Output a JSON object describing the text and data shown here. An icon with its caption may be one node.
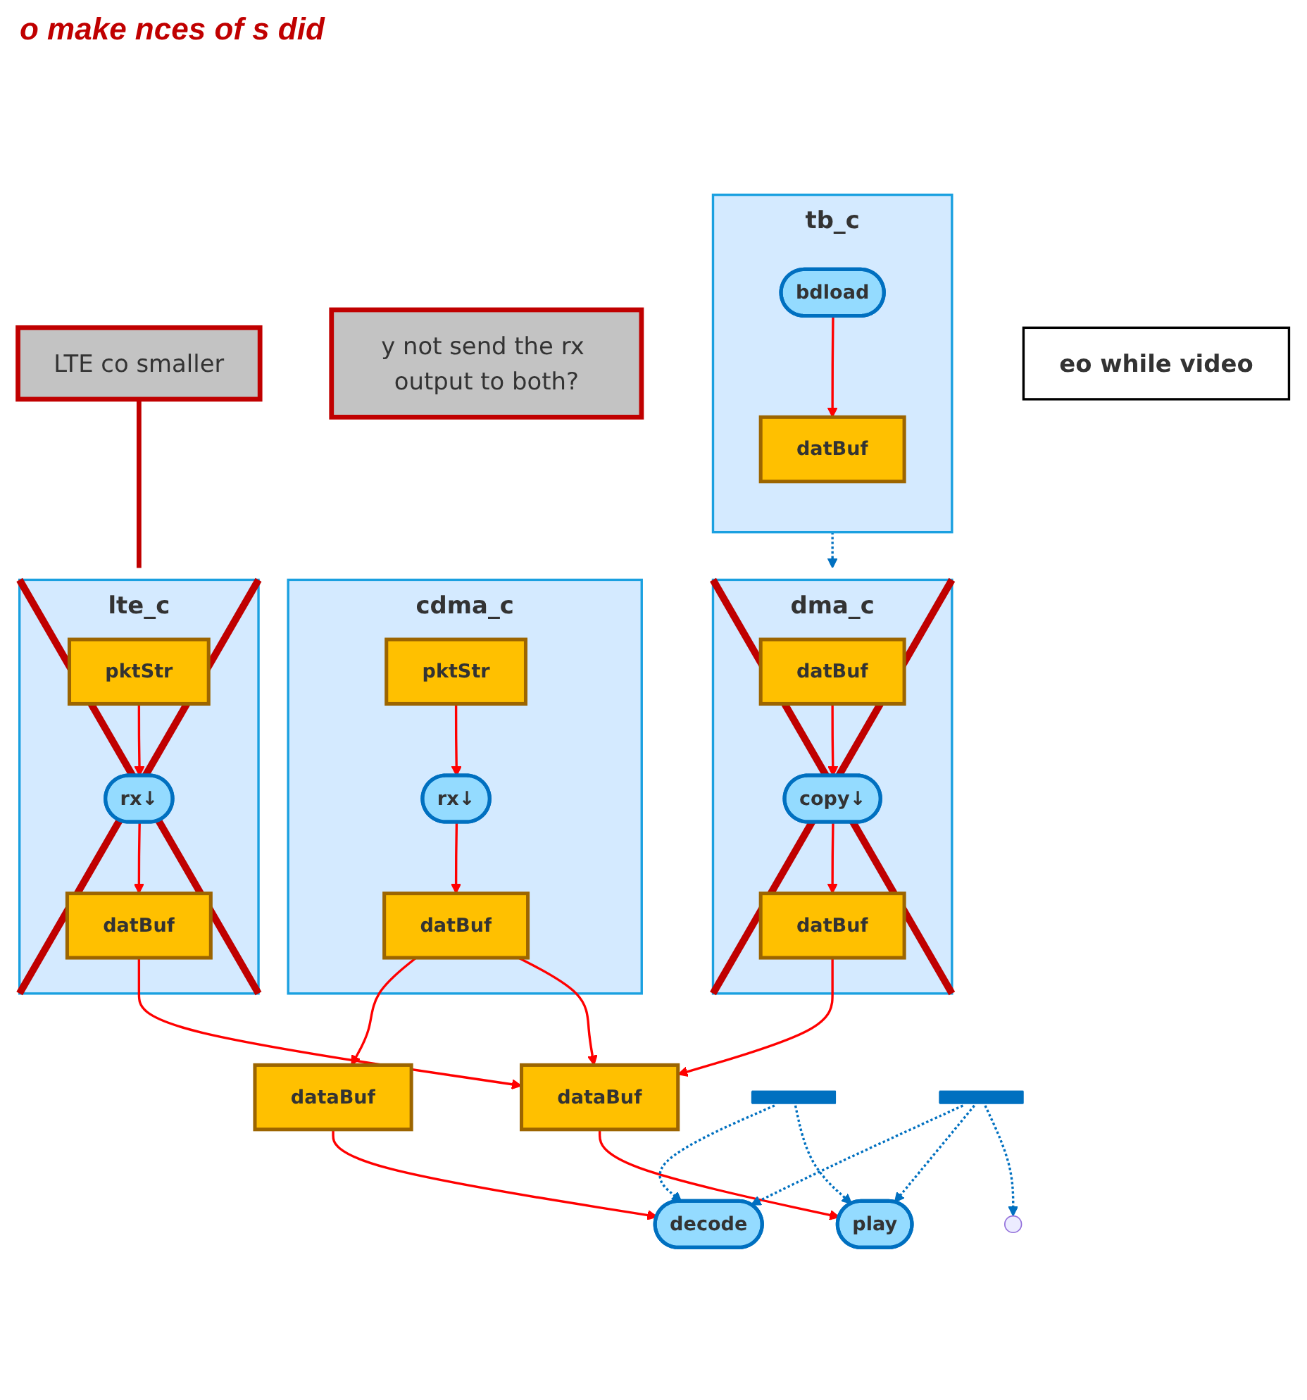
{
  "diagram": {
    "nodes": [
      {
        "text": [
          "eo while video"
        ]
      },
      {
        "text": [
          "y not send the rx output to both?"
        ]
      },
      {
        "text": [
          "tb_c"
        ]
      },
      {
        "text": [
          "bdload"
        ],
        "in": 2
      },
      {
        "text": [
          "datBuf"
        ],
        "in": 2
      },
      {
        "text": [
          "cdma_c"
        ]
      },
      {
        "text": [
          "pktStr"
        ],
        "in": 5
      },
      {
        "text": [
          "rx↓"
        ],
        "in": 5
      },
      {
        "text": [
          "datBuf"
        ],
        "in": 5
      },
      {
        "text": [
          "lte_c"
        ]
      },
      {
        "text": [
          "pktStr"
        ],
        "in": 9
      },
      {
        "text": [
          "rx↓"
        ],
        "in": 9
      },
      {
        "text": [
          "datBuf"
        ],
        "in": 9
      },
      {
        "text": [
          "dma_c"
        ]
      },
      {
        "text": [
          "datBuf"
        ],
        "in": 13
      },
      {
        "text": [
          "copy↓"
        ],
        "in": 13
      },
      {
        "text": [
          "datBuf"
        ],
        "in": 13
      },
      {
        "text": [
          "dataBuf"
        ]
      },
      {
        "text": [
          "dataBuf"
        ]
      },
      {
        "text": [],
        "shape": "bar"
      },
      {
        "text": [
          "decode"
        ]
      },
      {
        "text": [
          "play"
        ]
      },
      {
        "text": [],
        "shape": "bar"
      },
      {
        "text": [],
        "shape": "circle"
      },
      {
        "text": [
          "LTE co smaller"
        ]
      }
    ],
    "edges": [
      {
        "from": 3,
        "to": 4,
        "arrow": "to"
      },
      {
        "from": 2,
        "to": 13,
        "arrow": "to",
        "style": "dashed",
        "color": "#0070c0"
      },
      {
        "from": 6,
        "to": 7,
        "arrow": "to"
      },
      {
        "from": 7,
        "to": 8,
        "arrow": "to"
      },
      {
        "from": 10,
        "to": 11,
        "arrow": "to"
      },
      {
        "from": 11,
        "to": 12,
        "arrow": "to"
      },
      {
        "from": 14,
        "to": 15,
        "arrow": "to"
      },
      {
        "from": 15,
        "to": 16,
        "arrow": "to"
      },
      {
        "from": 8,
        "to": 17,
        "arrow": "to"
      },
      {
        "from": 8,
        "to": 18,
        "arrow": "to"
      },
      {
        "from": 12,
        "to": 18,
        "arrow": "to"
      },
      {
        "from": 16,
        "to": 18,
        "arrow": "to"
      },
      {
        "from": 17,
        "to": 20,
        "arrow": "to"
      },
      {
        "from": 18,
        "to": 21,
        "arrow": "to"
      },
      {
        "from": 19,
        "to": 20,
        "arrow": "to",
        "style": "dashed",
        "color": "#0070c0"
      },
      {
        "from": 19,
        "to": 21,
        "arrow": "to",
        "style": "dashed",
        "color": "#0070c0"
      },
      {
        "from": 22,
        "to": 20,
        "arrow": "to",
        "style": "dashed",
        "color": "#0070c0"
      },
      {
        "from": 22,
        "to": 21,
        "arrow": "to",
        "style": "dashed",
        "color": "#0070c0"
      },
      {
        "from": 22,
        "to": 23,
        "arrow": "to",
        "style": "dashed",
        "color": "#0070c0"
      },
      {
        "from": 24,
        "to": 9,
        "arrow": "none",
        "style": "thick",
        "color": "#c00000"
      }
    ],
    "labels": [
      "o make nces of s did"
    ]
  }
}
